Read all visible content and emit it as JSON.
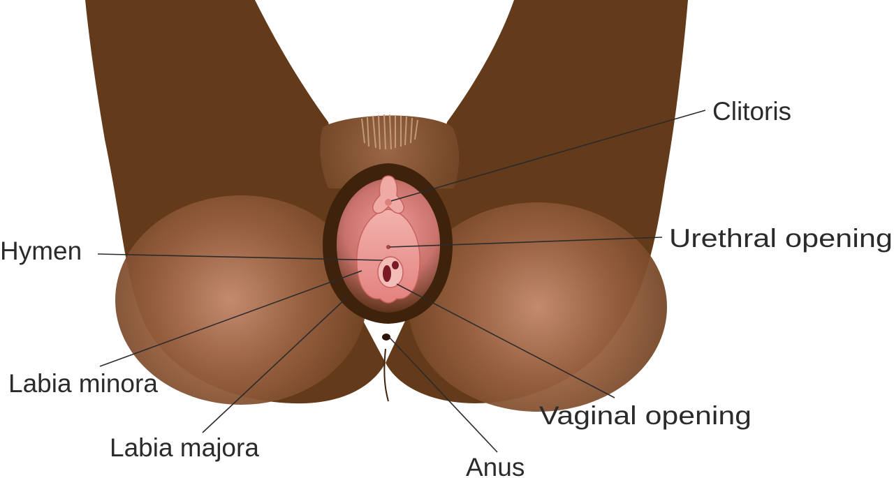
{
  "labels": {
    "clitoris": "Clitoris",
    "urethral_opening": "Urethral opening",
    "hymen": "Hymen",
    "labia_minora": "Labia minora",
    "labia_majora": "Labia majora",
    "vaginal_opening": "Vaginal opening",
    "anus": "Anus"
  },
  "colors": {
    "skin": "#633a1a",
    "skin_highlight": "#c98f73",
    "mucosa": "#e98f8d",
    "hymen_opening": "#7a1a26",
    "label_text": "#2b2b2b"
  }
}
